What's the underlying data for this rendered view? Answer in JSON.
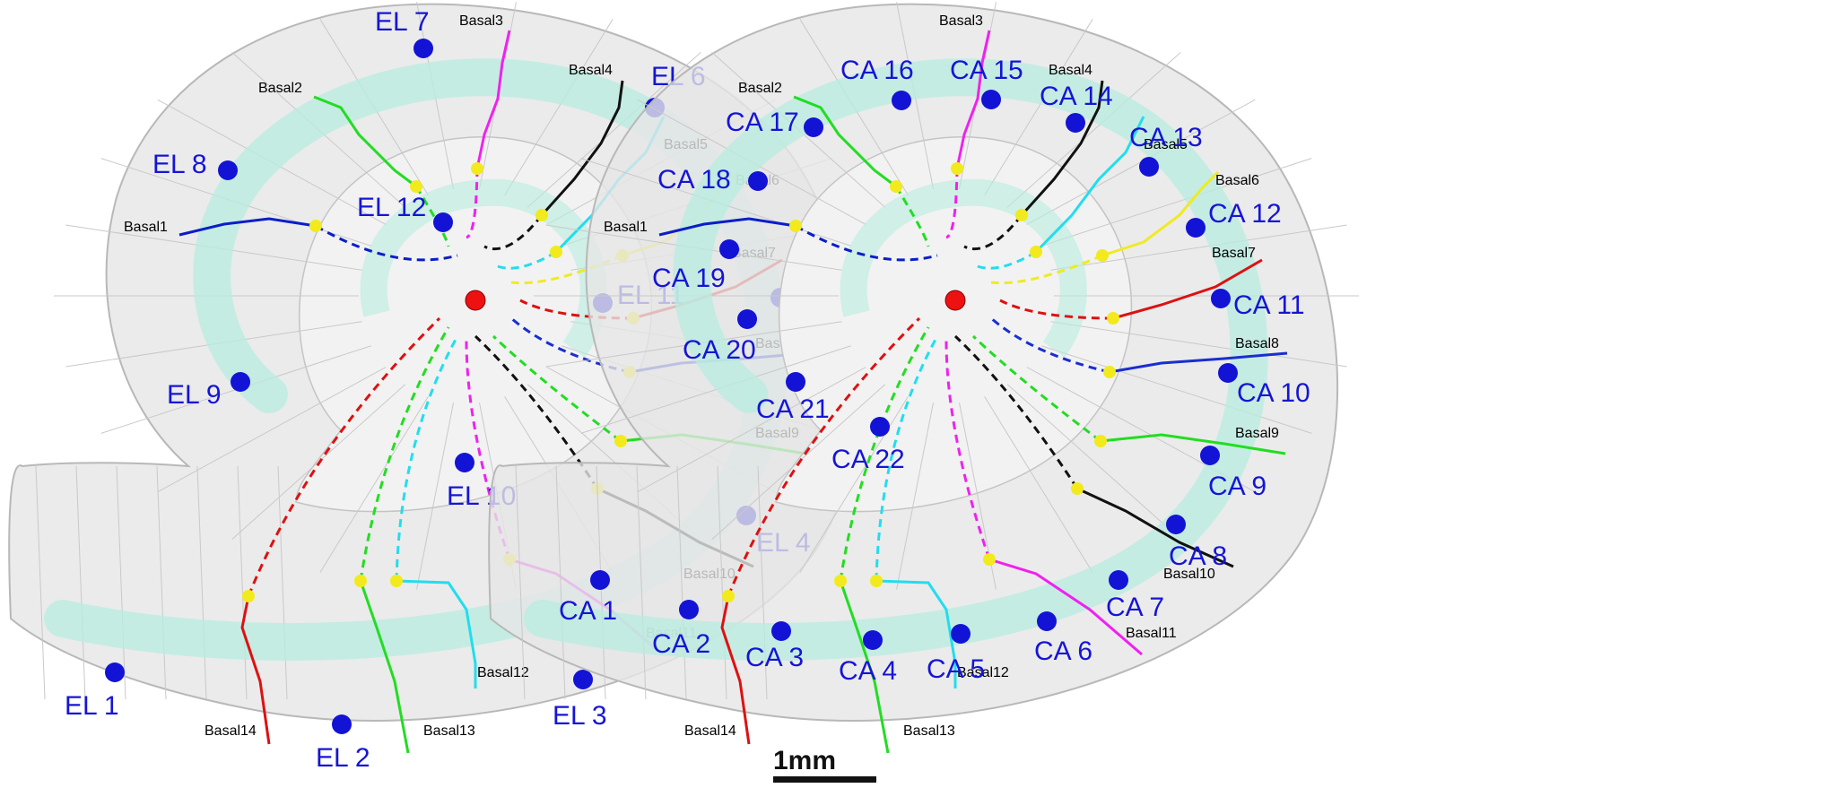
{
  "colors": {
    "electrode": "#1313d6",
    "junction": "#f2ea1c",
    "center": "#ee1111",
    "label": "#1515d6",
    "shell": "#e6e6e6",
    "band": "#b8ece0"
  },
  "nerve_colors": {
    "Basal1": "#0a1ec8",
    "Basal2": "#22dd22",
    "Basal3": "#ee22ee",
    "Basal4": "#111111",
    "Basal5": "#22ddee",
    "Basal6": "#f0ea22",
    "Basal7": "#dd1111",
    "Basal8": "#1a2ed0",
    "Basal9": "#22dd22",
    "Basal10": "#111111",
    "Basal11": "#ee22ee",
    "Basal12": "#22ddee",
    "Basal13": "#22dd22",
    "Basal14": "#dd1111"
  },
  "left_panel": {
    "electrodes": [
      "EL 1",
      "EL 2",
      "EL 3",
      "EL 4",
      "EL 5",
      "EL 6",
      "EL 7",
      "EL 8",
      "EL 9",
      "EL 10",
      "EL 11",
      "EL 12"
    ]
  },
  "right_panel": {
    "electrodes": [
      "CA 1",
      "CA 2",
      "CA 3",
      "CA 4",
      "CA 5",
      "CA 6",
      "CA 7",
      "CA 8",
      "CA 9",
      "CA 10",
      "CA 11",
      "CA 12",
      "CA 13",
      "CA 14",
      "CA 15",
      "CA 16",
      "CA 17",
      "CA 18",
      "CA 19",
      "CA 20",
      "CA 21",
      "CA 22"
    ]
  },
  "nerves": [
    "Basal1",
    "Basal2",
    "Basal3",
    "Basal4",
    "Basal5",
    "Basal6",
    "Basal7",
    "Basal8",
    "Basal9",
    "Basal10",
    "Basal11",
    "Basal12",
    "Basal13",
    "Basal14"
  ],
  "scale_bar": {
    "label": "1mm"
  }
}
